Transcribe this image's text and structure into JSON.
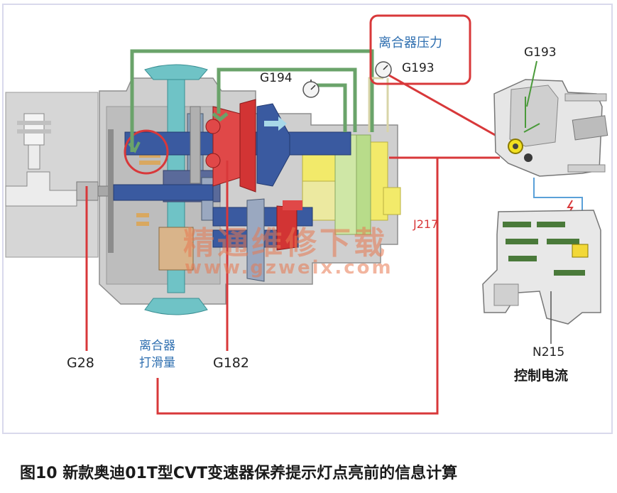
{
  "labels": {
    "g194": "G194",
    "g193_gauge": "G193",
    "g193_unit": "G193",
    "clutch_pressure": "离合器压力",
    "j217": "J217",
    "g28": "G28",
    "clutch_slip_line1": "离合器",
    "clutch_slip_line2": "打滑量",
    "g182": "G182",
    "n215": "N215",
    "control_current": "控制电流"
  },
  "watermark": {
    "line1": "精通维修下载",
    "line2": "www.gzweix.com"
  },
  "caption": "图10 新款奥迪01T型CVT变速器保养提示灯点亮前的信息计算",
  "colors": {
    "signal_red": "#d8383a",
    "pressure_green": "#6aa36a",
    "shaft_blue": "#3a5aa0",
    "housing_grey": "#c8c8c8",
    "teal": "#6fc3c6",
    "yellow_module": "#f2ea6a",
    "label_blue": "#2f6fb0"
  }
}
